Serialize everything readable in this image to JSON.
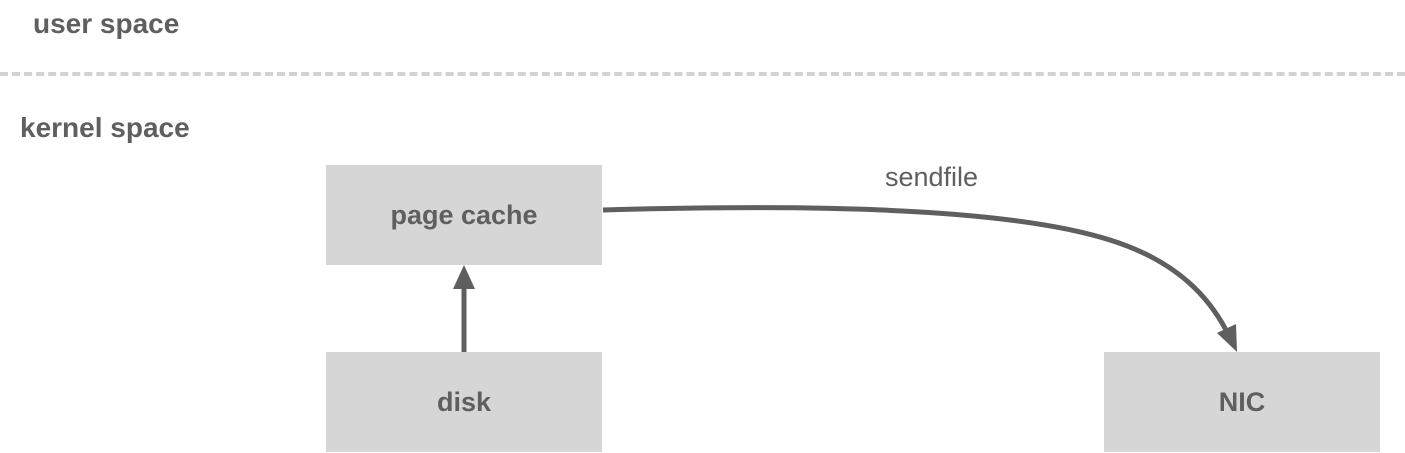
{
  "regions": {
    "user_space": "user space",
    "kernel_space": "kernel space"
  },
  "nodes": {
    "page_cache": "page cache",
    "disk": "disk",
    "nic": "NIC"
  },
  "edges": {
    "sendfile": "sendfile"
  },
  "colors": {
    "box_fill": "#d6d6d6",
    "text": "#5f5f5f",
    "arrow": "#5f5f5f",
    "divider": "#d2d2d2"
  }
}
